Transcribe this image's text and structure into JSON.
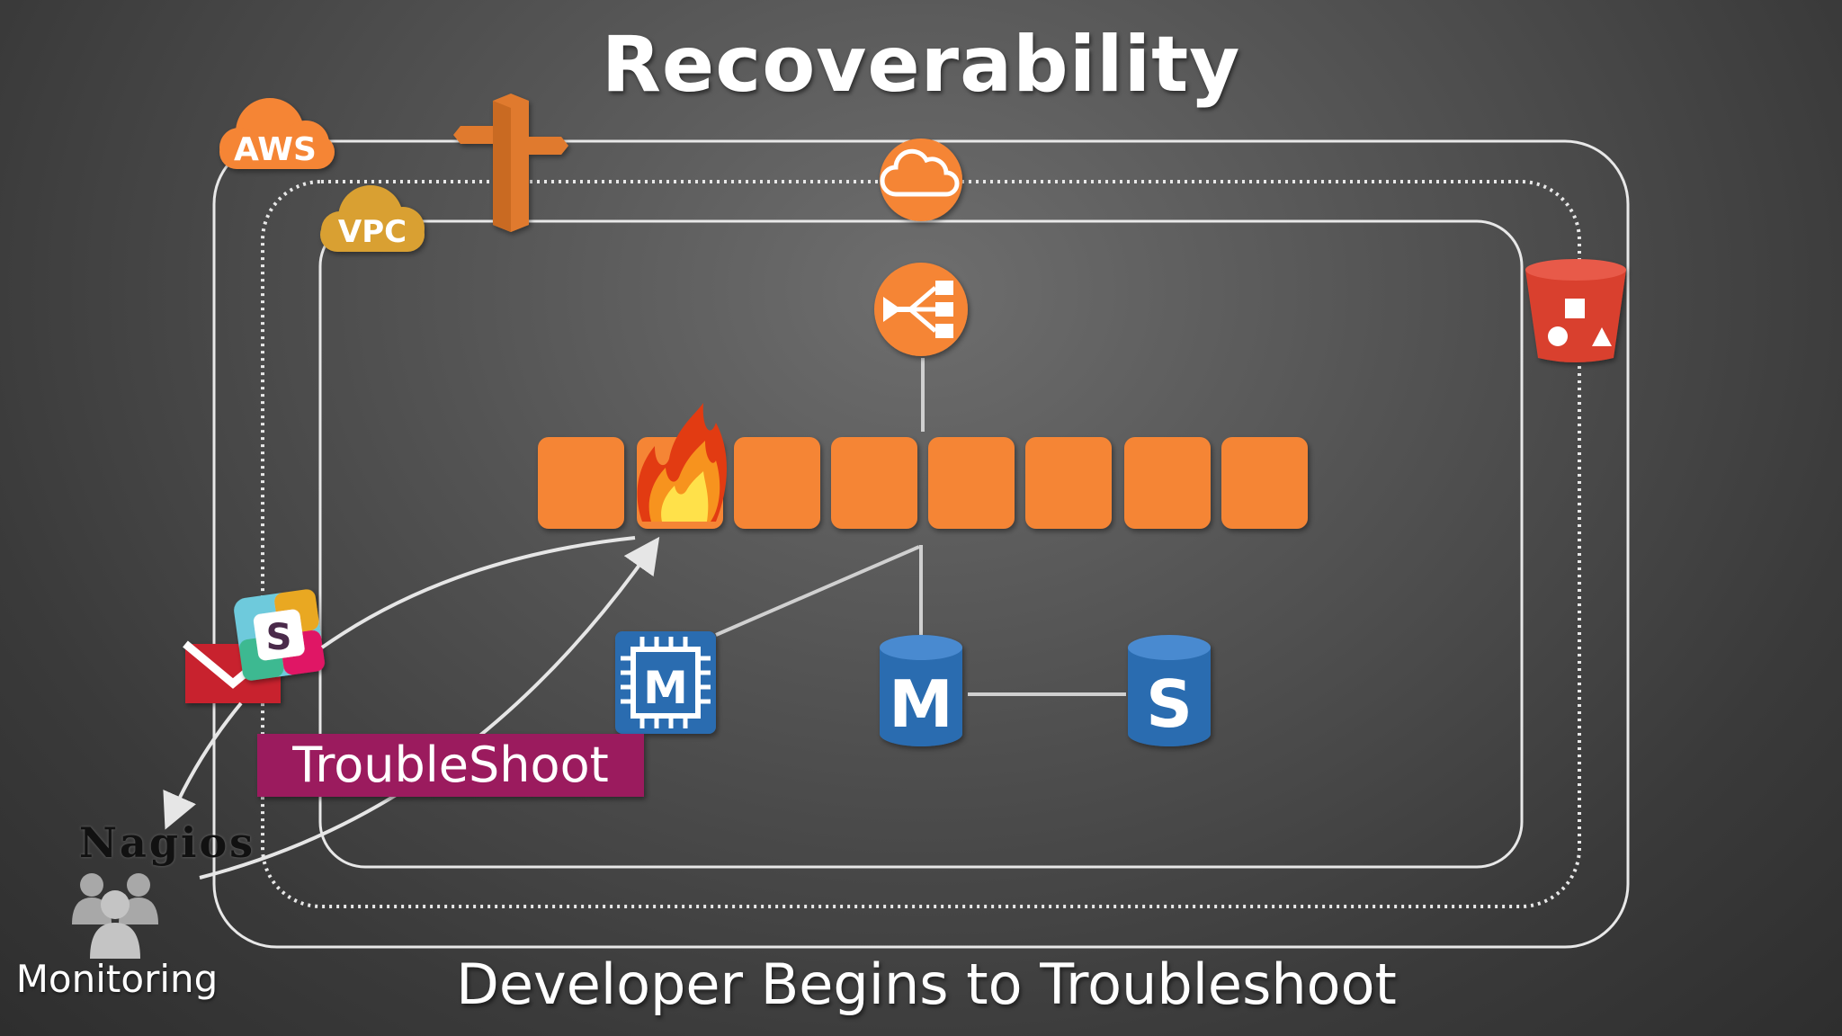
{
  "title": "Recoverability",
  "subtitle": "Developer Begins to Troubleshoot",
  "boundaries": {
    "aws_label": "AWS",
    "vpc_label": "VPC"
  },
  "instances": {
    "count": 8,
    "failed_index": 1
  },
  "databases": {
    "master_label": "M",
    "slave_label": "S"
  },
  "cache": {
    "label": "M"
  },
  "alerts": {
    "slack_label": "S"
  },
  "troubleshoot": {
    "label": "TroubleShoot"
  },
  "monitoring": {
    "tool_label": "Nagios",
    "label": "Monitoring"
  },
  "icons": {
    "aws_cloud": "aws-cloud-icon",
    "vpc_cloud": "vpc-cloud-icon",
    "route53": "route53-signpost-icon",
    "internet_gateway": "cloud-gateway-icon",
    "load_balancer": "load-balancer-icon",
    "s3_bucket": "s3-bucket-icon",
    "fire": "fire-icon",
    "elasticache": "memcached-chip-icon",
    "db_master": "database-master-icon",
    "db_slave": "database-slave-icon",
    "email": "email-envelope-icon",
    "slack": "slack-icon",
    "users": "users-group-icon"
  },
  "colors": {
    "orange": "#f58536",
    "vpc_gold": "#d9a030",
    "blue": "#2a6cb0",
    "red": "#d9412f",
    "troubleshoot": "#9b1b5e"
  }
}
